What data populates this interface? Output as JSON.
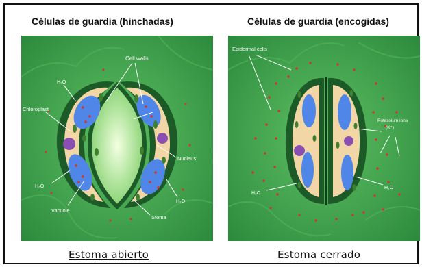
{
  "headings": {
    "left": "Células de guardia (hinchadas)",
    "right": "Células de guardia (encogidas)"
  },
  "captions": {
    "left": "Estoma abierto",
    "right": "Estoma cerrado"
  },
  "labels": {
    "cell_walls": "Cell walls",
    "h2o": "H₂O",
    "chloroplast": "Chloroplast",
    "nucleus": "Nucleus",
    "vacuole": "Vacuole",
    "stoma": "Stoma",
    "epidermal_cells": "Epidermal cells",
    "potassium_ions": "Potassium ions",
    "k_plus": "(K⁺)"
  },
  "colors": {
    "background_green": "#3f9a4a",
    "cell_wall": "#1c5a27",
    "cytoplasm": "#f3d6a6",
    "vacuole": "#4f86e8",
    "nucleus": "#8a4fb0",
    "ion_dot": "#cc3a2e",
    "pore_glow": "#e6f9c8"
  }
}
